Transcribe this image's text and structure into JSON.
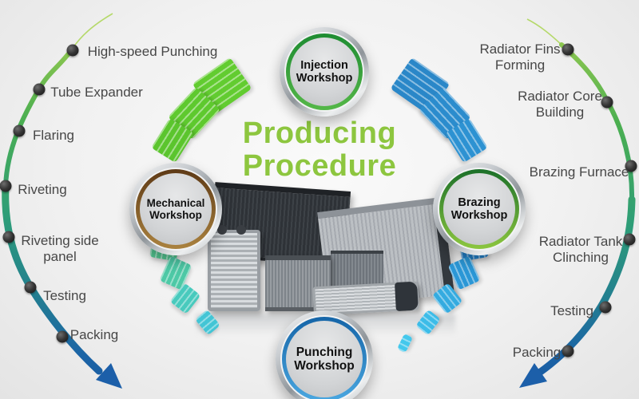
{
  "title": {
    "line1": "Producing",
    "line2": "Procedure"
  },
  "workshops": {
    "injection": {
      "label": "Injection Workshop"
    },
    "mechanical": {
      "label": "Mechanical Workshop"
    },
    "brazing": {
      "label": "Brazing Workshop"
    },
    "punching": {
      "label": "Punching Workshop"
    }
  },
  "left_steps": [
    "High-speed Punching",
    "Tube Expander",
    "Flaring",
    "Riveting",
    "Riveting side panel",
    "Testing",
    "Packing"
  ],
  "right_steps": [
    "Radiator Fins Forming",
    "Radiator Core Building",
    "Brazing Furnace",
    "Radiator Tank Clinching",
    "Testing",
    "Packing"
  ],
  "colors": {
    "title_green": "#8dc63f",
    "label_text": "#474747",
    "workshop_text": "#111111",
    "curve_start_green": "#b5d96a",
    "curve_green": "#4caf50",
    "curve_teal": "#23808f",
    "curve_blue": "#1b5fa8",
    "arrow_blue": "#1c5fa9",
    "band_green": "#62cc30",
    "band_blue": "#2a87c8",
    "band_mint": "#53c691",
    "band_cyan": "#3fbfe0",
    "ring_injection": "#2e9e3e",
    "ring_mechanical": "#7c4f1e",
    "ring_brazing": "#35913c",
    "ring_punching": "#1e73be",
    "step_dot": "#2b2b2b"
  }
}
